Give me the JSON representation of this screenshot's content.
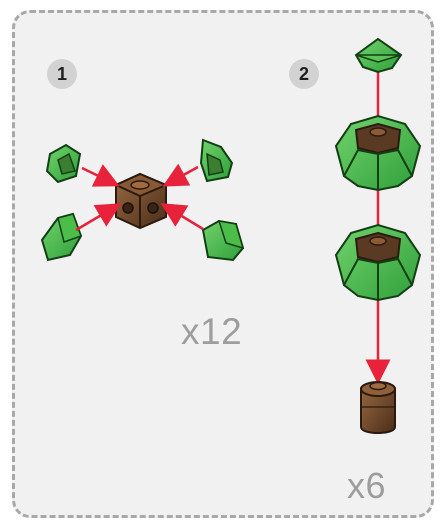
{
  "steps": [
    {
      "number": "1",
      "multiplier": "x12"
    },
    {
      "number": "2",
      "multiplier": "x6"
    }
  ],
  "colors": {
    "panel_background": "#f1f1f1",
    "panel_border": "#a8a8a8",
    "badge_background": "#d2d2d2",
    "green_brick": "#3fae3f",
    "brown_brick": "#5b3a22",
    "arrow": "#e8223a",
    "multiplier_text": "#9d9d9d"
  },
  "icons": {
    "step1_center": "brown-headlight-brick-icon",
    "step1_parts": "green-slope-brick-icon",
    "step2_top": "green-small-slope-icon",
    "step2_layers": "green-slope-cluster-icon",
    "step2_base": "brown-round-brick-icon"
  }
}
